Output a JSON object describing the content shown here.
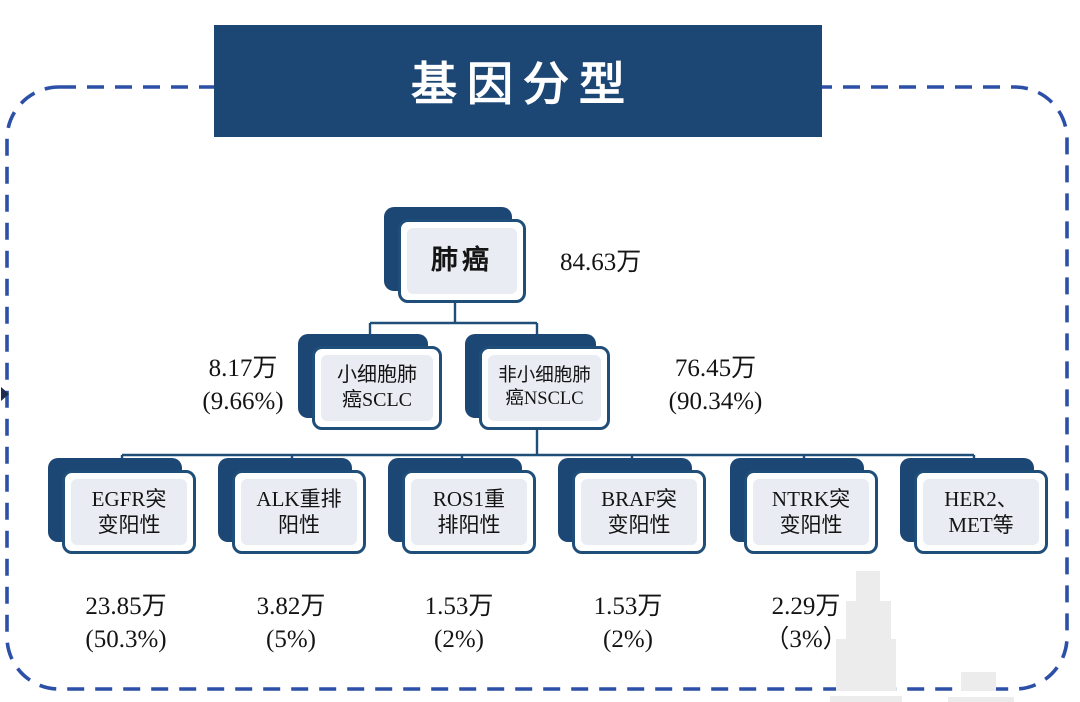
{
  "title": "基因分型",
  "colors": {
    "navy": "#1c4774",
    "box_border": "#1f4e79",
    "dashed_border": "#2c50a8",
    "node_fill": "#ffffff",
    "node_inner": "#e9ecf2",
    "connector": "#1f4e79",
    "text": "#141414",
    "watermark": "#ececec"
  },
  "tree": {
    "root": {
      "label": "肺癌",
      "value": "84.63万"
    },
    "level2": [
      {
        "label": "小细胞肺\n癌SCLC",
        "stat": "8.17万\n(9.66%)"
      },
      {
        "label": "非小细胞肺\n癌NSCLC",
        "stat": "76.45万\n(90.34%)"
      }
    ],
    "leaves": [
      {
        "label": "EGFR突\n变阳性",
        "stat": "23.85万\n(50.3%)"
      },
      {
        "label": "ALK重排\n阳性",
        "stat": "3.82万\n(5%)"
      },
      {
        "label": "ROS1重\n排阳性",
        "stat": "1.53万\n(2%)"
      },
      {
        "label": "BRAF突\n变阳性",
        "stat": "1.53万\n(2%)"
      },
      {
        "label": "NTRK突\n变阳性",
        "stat": "2.29万\n（3%）"
      },
      {
        "label": "HER2、\nMET等",
        "stat": ""
      }
    ]
  }
}
